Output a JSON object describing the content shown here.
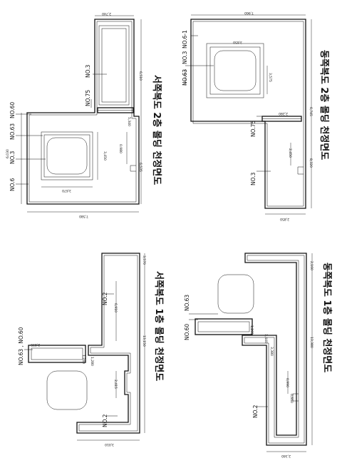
{
  "titles": {
    "nw": "서쪽복도 2층 몰딩 천정면도",
    "ne": "동쪽복도 2층 몰딩 천정면도",
    "sw": "서쪽복도 1층 몰딩 천정면도",
    "se": "동쪽복도 1층 몰딩 천정면도"
  },
  "labels": {
    "nw": [
      "NO.3",
      "NO.75",
      "NO.60",
      "NO.63",
      "NO.3",
      "NO.6"
    ],
    "ne": [
      "NO.3",
      "NO.6-1",
      "NO.63",
      "NO.75",
      "NO.3"
    ],
    "sw": [
      "NO.63 , NO.60",
      "NO.2",
      "NO.2"
    ],
    "se": [
      "NO.60",
      "NO.63",
      "NO.2"
    ]
  },
  "dims": {
    "nw": [
      "2,740",
      "6,510",
      "5,340",
      "6,535",
      "3,450",
      "0.980",
      "3,670",
      "7,580",
      "6,030"
    ],
    "ne": [
      "7,960",
      "3,650",
      "3,575",
      "6,745",
      "2,280",
      "8,320",
      "2,450",
      "2,850"
    ],
    "sw": [
      "3,570",
      "6,910",
      "2,835",
      "1,240",
      "1,280",
      "2,415",
      "13,150",
      "3,010"
    ],
    "se": [
      "2,160",
      "1,440",
      "1,265",
      "3,380",
      "13,380",
      "0,990",
      "0,660",
      "2,340"
    ]
  }
}
